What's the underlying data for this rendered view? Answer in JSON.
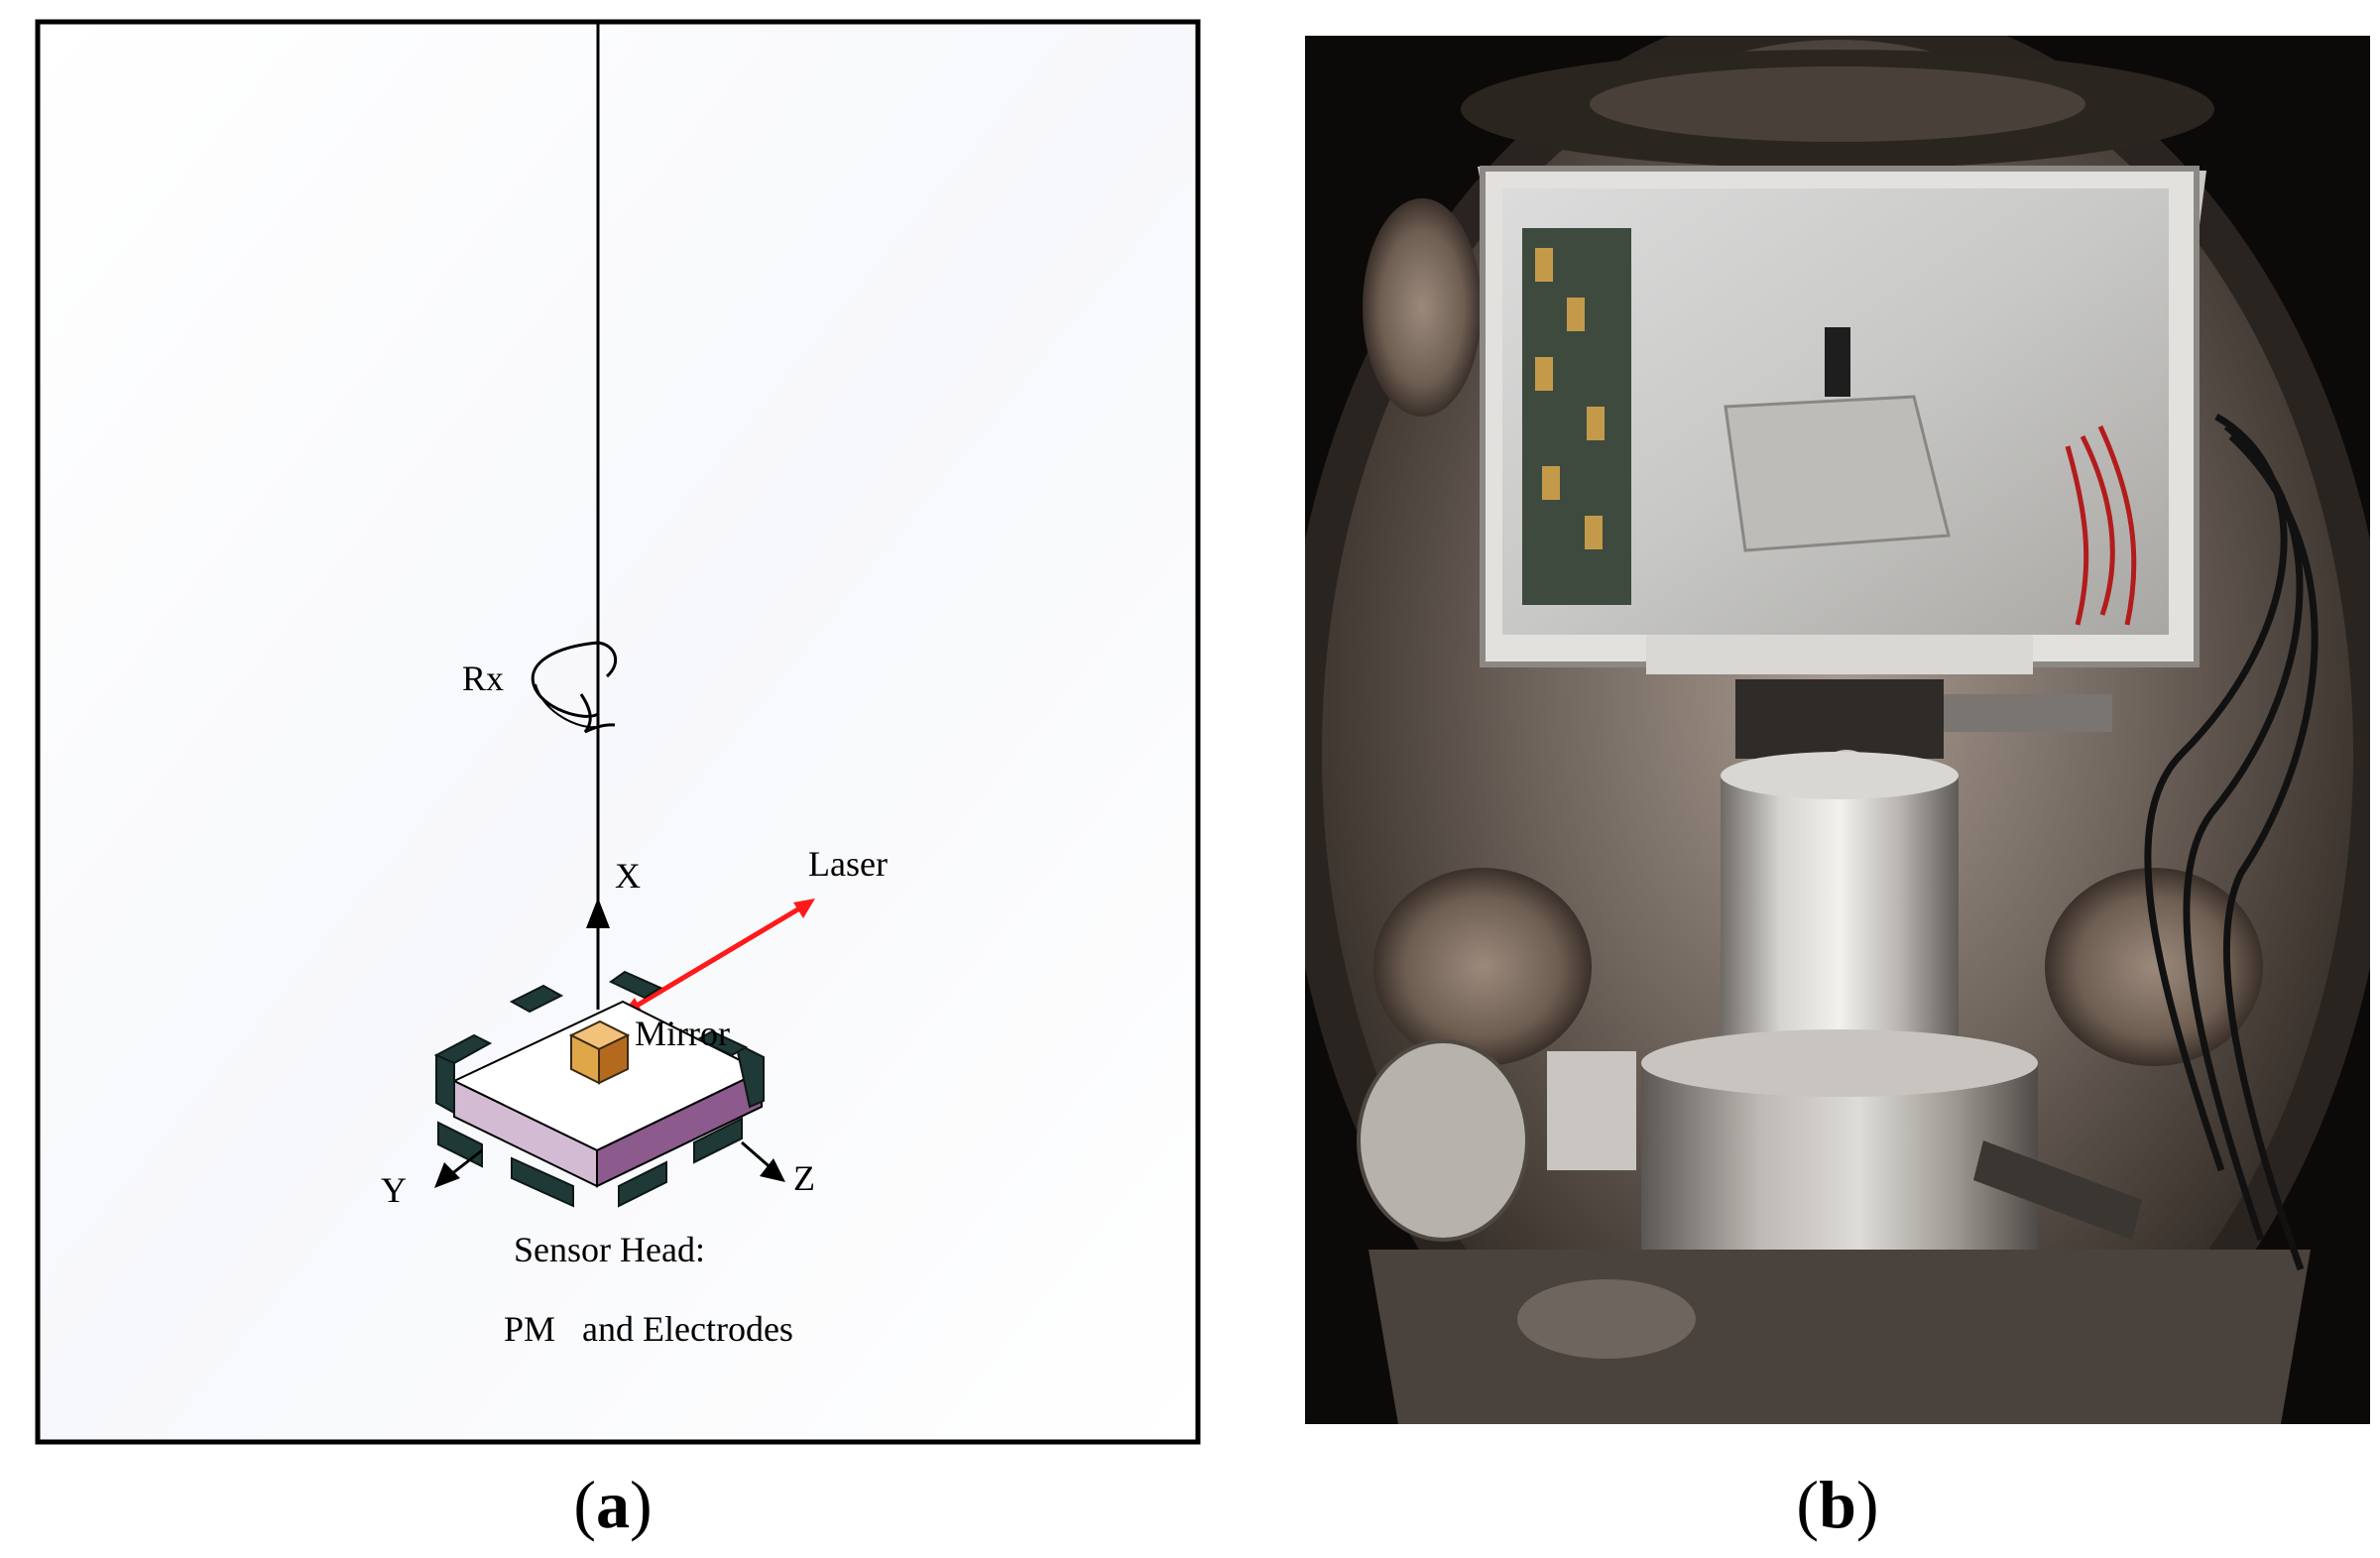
{
  "panel_a": {
    "labels": {
      "rx": "Rx",
      "x": "X",
      "laser": "Laser",
      "mirror": "Mirror",
      "y": "Y",
      "z": "Z",
      "sensor_head": "Sensor Head:",
      "pm_electrodes": "PM   and Electrodes"
    },
    "caption_letter": "a"
  },
  "panel_b": {
    "caption_letter": "b"
  },
  "colors": {
    "laser": "#ff1a1a",
    "cube_top": "#f3c27a",
    "cube_left": "#d89a3a",
    "cube_right": "#b46a1e",
    "plate_top": "#ffffff",
    "plate_front": "#c9a9c9",
    "plate_side": "#8c5a8c",
    "electrode": "#1f3a36"
  }
}
